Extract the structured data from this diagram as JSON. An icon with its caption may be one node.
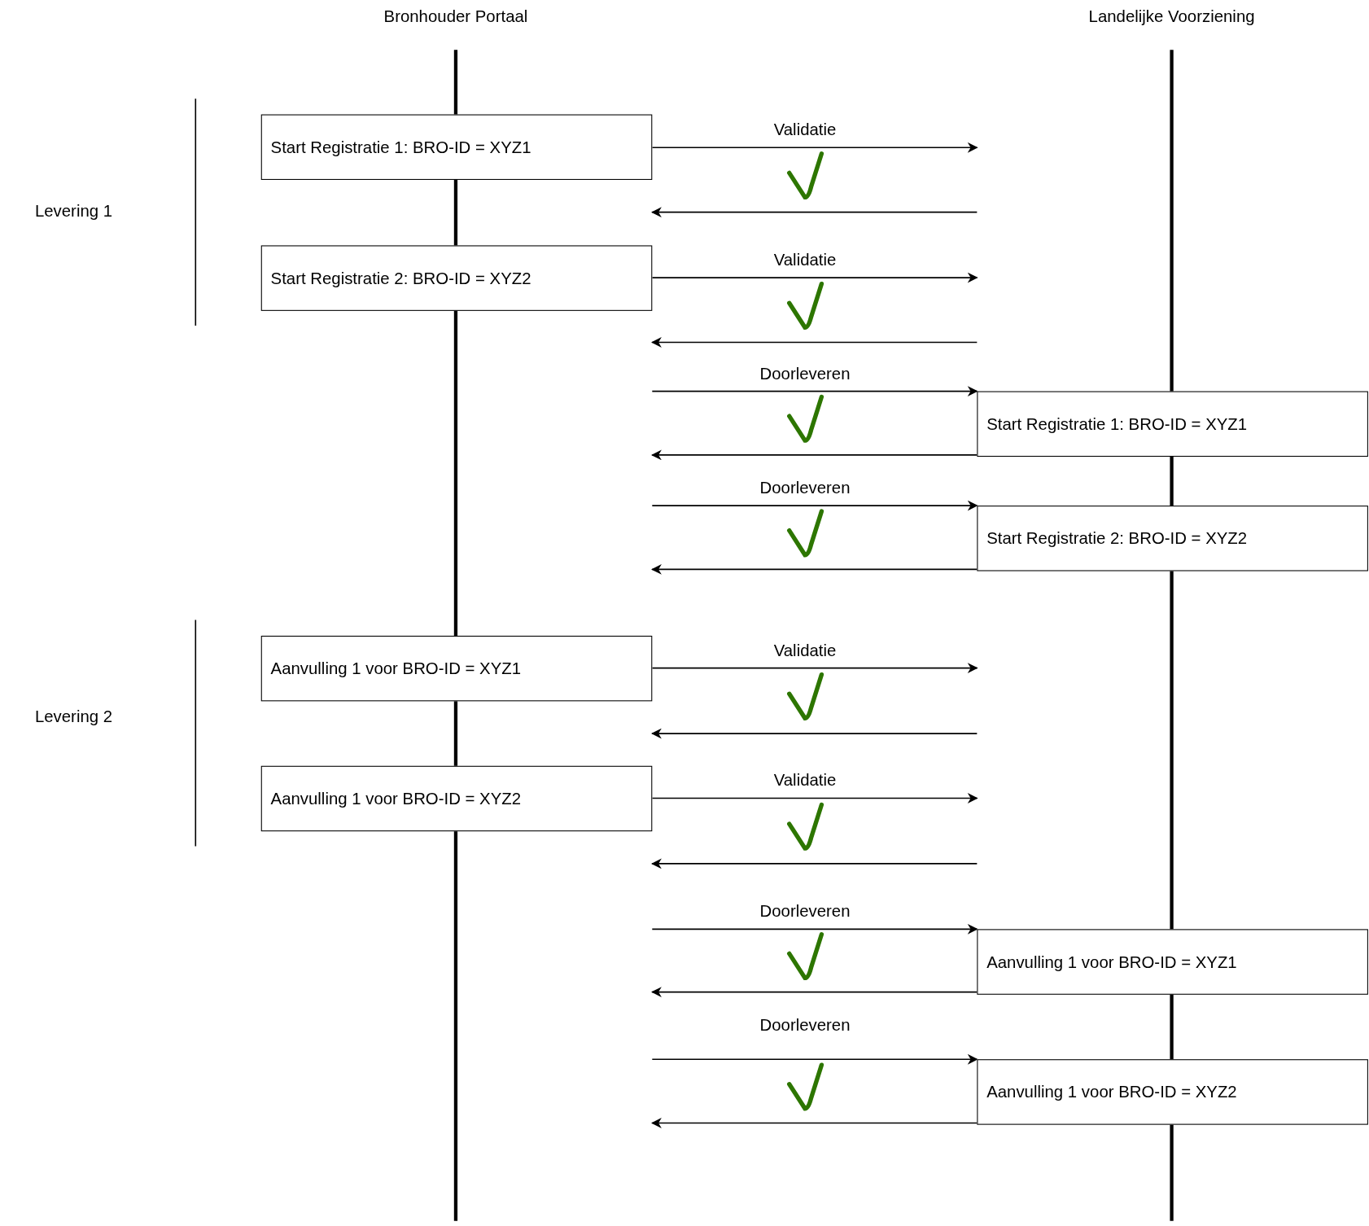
{
  "diagram": {
    "nodes": [
      {
        "text": [
          "Bronhouder Portaal"
        ]
      },
      {
        "text": [
          "Landelijke Voorziening"
        ]
      },
      {
        "text": [
          "Start Registratie 1: BRO-ID = XYZ1"
        ]
      },
      {
        "text": [
          "Start Registratie 2: BRO-ID = XYZ2"
        ]
      },
      {
        "text": [
          "Start Registratie 1: BRO-ID = XYZ1"
        ]
      },
      {
        "text": [
          "Start Registratie 2: BRO-ID = XYZ2"
        ]
      },
      {
        "text": [
          "Aanvulling 1 voor BRO-ID = XYZ1"
        ]
      },
      {
        "text": [
          "Aanvulling 1 voor BRO-ID = XYZ2"
        ]
      },
      {
        "text": [
          "Aanvulling 1 voor BRO-ID = XYZ1"
        ]
      },
      {
        "text": [
          "Aanvulling 1 voor BRO-ID = XYZ2"
        ]
      }
    ],
    "edges": [
      {
        "from": 2,
        "to": null,
        "arrow": "to",
        "label": "Validatie"
      },
      {
        "from": null,
        "to": 2,
        "arrow": "to"
      },
      {
        "from": 3,
        "to": null,
        "arrow": "to",
        "label": "Validatie"
      },
      {
        "from": null,
        "to": 3,
        "arrow": "to"
      },
      {
        "from": null,
        "to": 4,
        "arrow": "to",
        "label": "Doorleveren"
      },
      {
        "from": 4,
        "to": null,
        "arrow": "to"
      },
      {
        "from": null,
        "to": 5,
        "arrow": "to",
        "label": "Doorleveren"
      },
      {
        "from": 5,
        "to": null,
        "arrow": "to"
      },
      {
        "from": 6,
        "to": null,
        "arrow": "to",
        "label": "Validatie"
      },
      {
        "from": null,
        "to": 6,
        "arrow": "to"
      },
      {
        "from": 7,
        "to": null,
        "arrow": "to",
        "label": "Validatie"
      },
      {
        "from": null,
        "to": 7,
        "arrow": "to"
      },
      {
        "from": null,
        "to": 8,
        "arrow": "to",
        "label": "Doorleveren"
      },
      {
        "from": 8,
        "to": null,
        "arrow": "to"
      },
      {
        "from": null,
        "to": 9,
        "arrow": "to",
        "label": "Doorleveren"
      },
      {
        "from": 9,
        "to": null,
        "arrow": "to"
      }
    ],
    "labels": [
      "Levering 1",
      "Levering 2"
    ]
  }
}
